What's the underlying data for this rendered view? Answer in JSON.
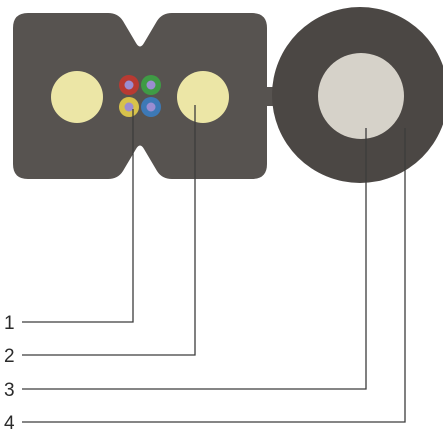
{
  "callouts": [
    {
      "number": "1"
    },
    {
      "number": "2"
    },
    {
      "number": "3"
    },
    {
      "number": "4"
    }
  ],
  "colors": {
    "jacket": "#575350",
    "jacket_shade": "#4b4744",
    "strength_member": "#ece6a6",
    "messenger_core": "#d6d2c9",
    "fiber_red": "#b83a32",
    "fiber_green": "#3f9b45",
    "fiber_yellow": "#d7c24b",
    "fiber_blue": "#3d79b6",
    "fiber_core": "#9b8dd1",
    "leader_line": "#3c3c3c"
  }
}
